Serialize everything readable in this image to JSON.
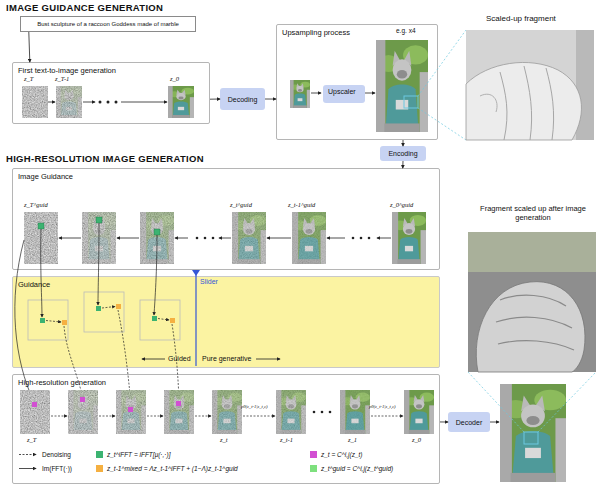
{
  "diagram": {
    "nodes": [
      {
        "text": [
          "Bust sculpture of a raccoon Goddess made of marble"
        ]
      },
      {
        "text": [
          "First text-to-image generation"
        ]
      },
      {
        "text": [
          "Decoding"
        ]
      },
      {
        "text": [
          "Upsampling process"
        ]
      },
      {
        "text": [
          "Upscaler"
        ],
        "in": 3
      },
      {
        "text": [
          "Encoding"
        ]
      },
      {
        "text": [
          "Image Guidance"
        ]
      },
      {
        "text": [
          "Guidance"
        ]
      },
      {
        "text": [
          "High-resolution generation"
        ]
      },
      {
        "text": [
          "Decoder"
        ]
      }
    ],
    "edges": [
      {
        "from": 0,
        "to": 1,
        "arrow": "to"
      },
      {
        "from": 1,
        "to": 2,
        "arrow": "to"
      },
      {
        "from": 2,
        "to": 3,
        "arrow": "to"
      },
      {
        "from": 3,
        "to": 5,
        "arrow": "to"
      },
      {
        "from": 5,
        "to": 6,
        "arrow": "to"
      },
      {
        "from": 8,
        "to": 9,
        "arrow": "to"
      }
    ],
    "labels": [
      "IMAGE GUIDANCE GENERATION",
      "z_T",
      "z_T-1",
      "z_0",
      "e.g. x4",
      "Scaled-up fragment",
      "HIGH-RESOLUTION IMAGE GENERATION",
      "z_T^guid",
      "z_t^guid",
      "z_t-1^guid",
      "z_0^guid",
      "Slider",
      "Guided",
      "Pure generative",
      "z_T",
      "z_t",
      "z_t-1",
      "z_1",
      "z_0",
      "pθ(z_t-1|z_t,c)",
      "pθ(z_t-1|z_t,c)",
      "Fragment scaled up after image generation"
    ],
    "legend": [
      {
        "text": "Denoising"
      },
      {
        "text": "Im(FFT(·))"
      },
      {
        "text": "z_t^iFFT = iFFT[μ(·,·)]",
        "color": "#3cb371"
      },
      {
        "text": "z_t-1^mixed = Λz_t-1^iFFT + (1−Λ)z_t-1^guid",
        "color": "#f5b041"
      },
      {
        "text": "z_t = C^i,j(z_t)",
        "color": "#d24fd2"
      },
      {
        "text": "z_t^guid = C^i,j(z_t^guid)",
        "color": "#7ee07e"
      }
    ]
  }
}
